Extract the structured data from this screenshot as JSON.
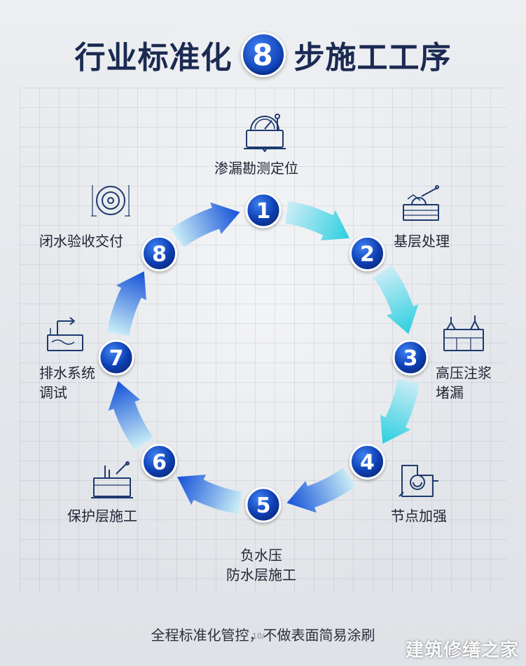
{
  "title": {
    "before": "行业标准化",
    "number": "8",
    "after": "步施工工序"
  },
  "steps": [
    {
      "number": "1",
      "label": [
        "渗漏勘测定位"
      ],
      "icon": "leak-detection-gauge-icon"
    },
    {
      "number": "2",
      "label": [
        "基层处理"
      ],
      "icon": "grinder-base-treatment-icon"
    },
    {
      "number": "3",
      "label": [
        "高压注浆",
        "堵漏"
      ],
      "icon": "high-pressure-grouting-icon"
    },
    {
      "number": "4",
      "label": [
        "节点加强"
      ],
      "icon": "node-reinforcement-icon"
    },
    {
      "number": "5",
      "label": [
        "负水压",
        "防水层施工"
      ],
      "icon": ""
    },
    {
      "number": "6",
      "label": [
        "保护层施工"
      ],
      "icon": "protective-layer-icon"
    },
    {
      "number": "7",
      "label": [
        "排水系统",
        "调试"
      ],
      "icon": "drainage-system-icon"
    },
    {
      "number": "8",
      "label": [
        "闭水验收交付"
      ],
      "icon": "closed-water-acceptance-icon"
    }
  ],
  "footer": "全程标准化管控，不做表面简易涂刷",
  "page_mark": "10/",
  "watermark": "建筑修缮之家",
  "colors": {
    "title": "#1b2a52",
    "badge": "#0d3fb3",
    "arrow_cyan": "#2ccfdf",
    "arrow_blue": "#1350d8",
    "arrow_pale": "#c8ecf6",
    "icon_stroke": "#1e3a6e"
  }
}
